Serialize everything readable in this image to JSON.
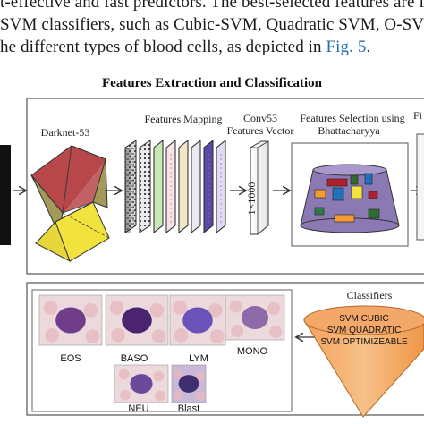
{
  "paper_text": {
    "line1": "t-effective and fast predictors. The best-selected features are f",
    "line2": "SVM classifiers, such as Cubic-SVM, Quadratic SVM, O-SV",
    "line3_pre": "he different types of blood cells, as depicted in ",
    "line3_link": "Fig. 5",
    "line3_post": "."
  },
  "figure": {
    "title": "Features Extraction and Classification",
    "darknet_label": "Darknet-53",
    "features_mapping_label": "Features Mapping",
    "conv_label_1": "Conv53",
    "conv_label_2": "Features Vector",
    "vector_text": "1×1000",
    "selection_label_1": "Features Selection using",
    "selection_label_2": "Bhattacharyya",
    "cutoff_label": "Fi",
    "classifiers_label": "Classifiers",
    "svm_items": [
      "SVM CUBIC",
      "SVM QUADRATIC",
      "SVM OPTIMIZEABLE"
    ],
    "cells": [
      {
        "label": "EOS",
        "color": "#6f3d8a"
      },
      {
        "label": "BASO",
        "color": "#4b2470"
      },
      {
        "label": "LYM",
        "color": "#6a52b8"
      },
      {
        "label": "MONO",
        "color": "#8e6aa8"
      },
      {
        "label": "NEU",
        "color": "#6b4a9c"
      },
      {
        "label": "Blast",
        "color": "#3f2e6e"
      }
    ],
    "colors": {
      "cube_red": "#b8474a",
      "cube_olive": "#a39a59",
      "cube_yellow": "#f2e23e",
      "vessel_purple": "#8a79b2",
      "cone_orange": "#f29b52"
    }
  }
}
